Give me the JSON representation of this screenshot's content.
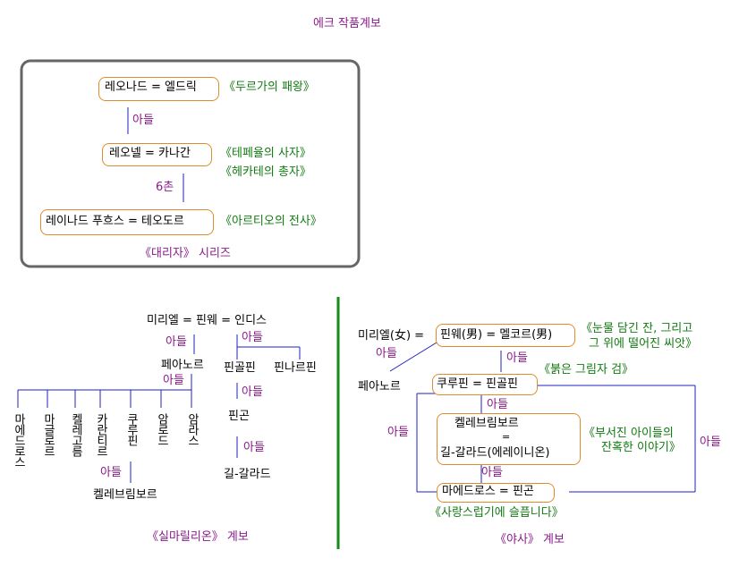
{
  "title": "에크 작품계보",
  "daerija": {
    "n1": "레오나드 = 엘드릭",
    "w1": "《두르가의 패왕》",
    "rel1": "아들",
    "n2": "레오넬 = 카나간",
    "w2a": "《테페율의 사자》",
    "w2b": "《헤카테의 총자》",
    "rel2": "6촌",
    "n3": "레이나드 푸흐스 = 테오도르",
    "w3": "《아르티오의 전사》",
    "caption": "《대리자》 시리즈"
  },
  "silmarillion": {
    "top": "미리엘 = 핀웨 = 인디스",
    "son_l": "아들",
    "son_r": "아들",
    "feanor": "페아노르",
    "fingolfin": "핀골핀",
    "finarfin": "핀나르핀",
    "son_feanor": "아들",
    "sons": [
      "마에드로스",
      "마글로르",
      "켈레고름",
      "카란티르",
      "쿠루핀",
      "암로드",
      "암라스"
    ],
    "son_fingolfin": "아들",
    "fingon": "핀곤",
    "son_fingon": "아들",
    "gilgalad": "길-갈라드",
    "son_curufin": "아들",
    "celebrimbor": "켈레브림보르",
    "caption": "《실마릴리온》 계보"
  },
  "yasa": {
    "miriel": "미리엘(女) =",
    "top": "핀웨(男) = 멜코르(男)",
    "w1a": "《눈물 담긴 잔, 그리고",
    "w1b": "그 위에 떨어진 씨앗》",
    "son_left": "아들",
    "son_mid": "아들",
    "feanor": "페아노르",
    "curufin": "쿠루핀 = 핀골핀",
    "w2": "《붉은 그림자 검》",
    "son_cur": "아들",
    "cel1": "켈레브림보르",
    "cel_eq": "=",
    "cel2": "길-갈라드(에레이니온)",
    "w3a": "《부서진 아이들의",
    "w3b": "잔혹한 이야기》",
    "son_fea": "아들",
    "son_gil": "아들",
    "son_right": "아들",
    "maedhros": "마에드로스 = 핀곤",
    "w4": "《사랑스럽기에 슬픕니다》",
    "caption": "《야사》 계보"
  }
}
